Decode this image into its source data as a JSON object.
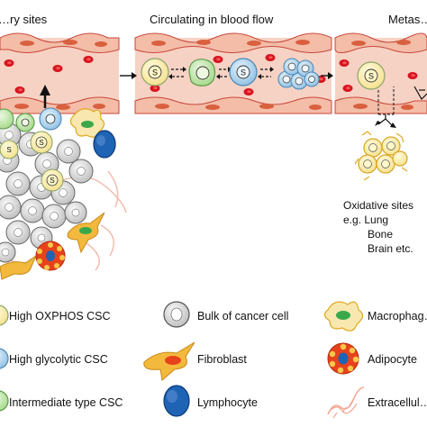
{
  "headers": {
    "left": "…ry sites",
    "center": "Circulating in blood flow",
    "right": "Metas…"
  },
  "cell_marker": "S",
  "oxidative": {
    "title": "Oxidative sites",
    "eg": "e.g. Lung",
    "items": [
      "Bone",
      "Brain etc."
    ]
  },
  "legend": [
    {
      "id": "oxphos",
      "icon": "oxphos-csc-icon",
      "label": "High OXPHOS CSC"
    },
    {
      "id": "glyco",
      "icon": "glycolytic-csc-icon",
      "label": "High glycolytic CSC"
    },
    {
      "id": "inter",
      "icon": "intermediate-csc-icon",
      "label": "Intermediate type CSC"
    },
    {
      "id": "bulk",
      "icon": "bulk-cancer-cell-icon",
      "label": "Bulk of cancer cell"
    },
    {
      "id": "fibro",
      "icon": "fibroblast-icon",
      "label": "Fibroblast"
    },
    {
      "id": "lympho",
      "icon": "lymphocyte-icon",
      "label": "Lymphocyte"
    },
    {
      "id": "macro",
      "icon": "macrophage-icon",
      "label": "Macrophag…"
    },
    {
      "id": "adipo",
      "icon": "adipocyte-icon",
      "label": "Adipocyte"
    },
    {
      "id": "ecm",
      "icon": "extracellular-matrix-icon",
      "label": "Extracellul…"
    }
  ],
  "colors": {
    "vessel": "#f3c5b4",
    "vessel_edge": "#c9473a",
    "rbc": "#d8141f",
    "oxphos": "#f7e7a0",
    "glycolytic": "#a6cde8",
    "intermediate": "#b5e29c",
    "bulk": "#d6d6d6",
    "fibroblast": "#f3b93c",
    "lymphocyte": "#1f63b4",
    "adipocyte": "#e7421c",
    "macrophage": "#3aa84a",
    "ecm": "#f4a896"
  }
}
